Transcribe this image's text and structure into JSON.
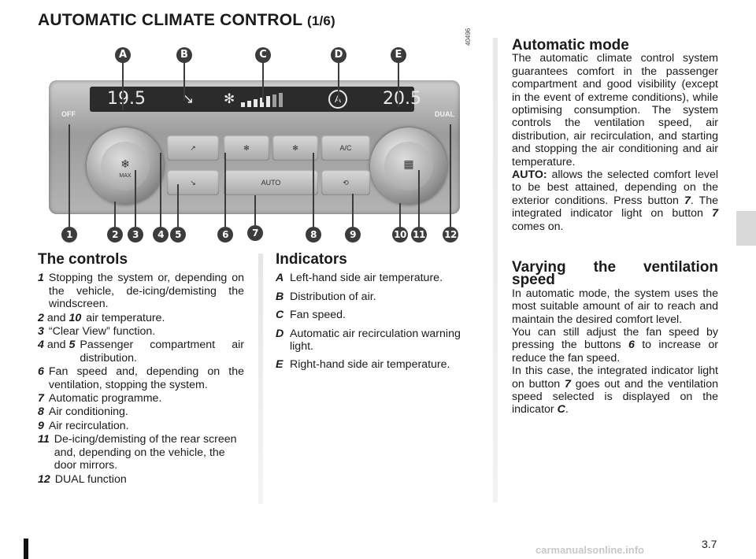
{
  "header": {
    "title": "AUTOMATIC CLIMATE CONTROL",
    "part": "(1/6)"
  },
  "figure": {
    "ref": "40496",
    "letter_callouts": [
      "A",
      "B",
      "C",
      "D",
      "E"
    ],
    "number_callouts": [
      "1",
      "2",
      "3",
      "4",
      "5",
      "6",
      "7",
      "8",
      "9",
      "10",
      "11",
      "12"
    ],
    "panel": {
      "left_temp": "19.5",
      "right_temp": "20.5",
      "off_label": "OFF",
      "dual_label": "DUAL",
      "auto_label": "AUTO",
      "ac_label": "A/C",
      "max_label": "MAX",
      "auto_indicator": "A",
      "fan_levels": [
        1,
        1,
        1,
        1,
        1,
        0.6,
        0.6
      ]
    }
  },
  "controls": {
    "heading": "The controls",
    "items": [
      {
        "key": "1",
        "text": "Stopping the system or, depending on the vehicle, de-icing/demisting the windscreen."
      },
      {
        "key": "2",
        "joiner": "and",
        "key2": "10",
        "text": "air temperature."
      },
      {
        "key": "3",
        "text": "“Clear View” function."
      },
      {
        "key": "4",
        "joiner": "and",
        "key2": "5",
        "text": "Passenger compartment air distribution."
      },
      {
        "key": "6",
        "text": "Fan speed and, depending on the ventilation, stopping the system."
      },
      {
        "key": "7",
        "text": "Automatic programme."
      },
      {
        "key": "8",
        "text": "Air conditioning."
      },
      {
        "key": "9",
        "text": "Air recirculation."
      },
      {
        "key": "11",
        "text": "De-icing/demisting of the rear screen and, depending on the vehicle, the door mirrors."
      },
      {
        "key": "12",
        "text": "DUAL function"
      }
    ]
  },
  "indicators": {
    "heading": "Indicators",
    "items": [
      {
        "key": "A",
        "text": "Left-hand side air temperature."
      },
      {
        "key": "B",
        "text": "Distribution of air."
      },
      {
        "key": "C",
        "text": "Fan speed."
      },
      {
        "key": "D",
        "text": "Automatic air recirculation warning light."
      },
      {
        "key": "E",
        "text": "Right-hand side air temperature."
      }
    ]
  },
  "automatic_mode": {
    "heading": "Automatic mode",
    "p1": "The automatic climate control system guarantees comfort in the passenger compartment and good visibility (except in the event of extreme conditions), while optimising consumption. The system controls the ventilation speed, air distribution, air recirculation, and starting and stopping the air conditioning and air temperature.",
    "auto_label": "AUTO:",
    "p2_a": "allows the selected comfort level to be best attained, depending on the exterior conditions. Press button",
    "p2_b": "7",
    "p2_c": ". The integrated indicator light on button",
    "p2_d": "7",
    "p2_e": "comes on."
  },
  "ventilation": {
    "heading": "Varying the ventilation speed",
    "p1": "In automatic mode, the system uses the most suitable amount of air to reach and maintain the desired comfort level.",
    "p2_a": "You can still adjust the fan speed by pressing the buttons",
    "p2_b": "6",
    "p2_c": "to increase or reduce the fan speed.",
    "p3_a": "In this case, the integrated indicator light on button",
    "p3_b": "7",
    "p3_c": "goes out and the ventilation speed selected is displayed on the indicator",
    "p3_d": "C",
    "p3_e": "."
  },
  "footer": {
    "page": "3.7",
    "watermark": "carmanualsonline.info"
  }
}
